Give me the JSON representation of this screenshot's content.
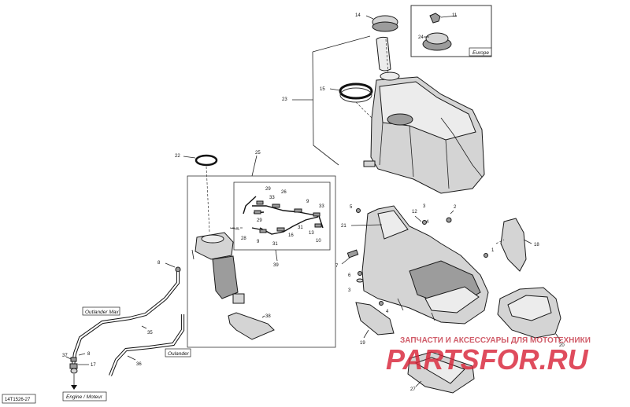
{
  "diagram": {
    "drawing_code": "14T1526-27",
    "labels": {
      "europe": "Europe",
      "outlander_max": "Outlander Max",
      "outlander": "Oulander",
      "engine": "Engine / Moteur"
    },
    "callouts": {
      "c14": "14",
      "c11": "11",
      "c24": "24",
      "c15": "15",
      "c23": "23",
      "c22": "22",
      "c25": "25",
      "c29a": "29",
      "c26": "26",
      "c33a": "33",
      "c9a": "9",
      "c33b": "33",
      "c29b": "29",
      "c31a": "31",
      "c13": "13",
      "c10": "10",
      "c28": "28",
      "c9b": "9",
      "c16": "16",
      "c31b": "31",
      "c39": "39",
      "c8a": "8",
      "c35": "35",
      "c38": "38",
      "c36": "36",
      "c37": "37",
      "c8b": "8",
      "c17": "17",
      "c21": "21",
      "c12": "12",
      "c3a": "3",
      "c4a": "4",
      "c2": "2",
      "c7": "7",
      "c6": "6",
      "c3b": "3",
      "c5": "5",
      "c4b": "4",
      "c18": "18",
      "c1": "1",
      "c20": "20",
      "c19": "19",
      "c27": "27"
    },
    "watermark": {
      "top_text": "ЗАПЧАСТИ И АКСЕССУАРЫ ДЛЯ МОТОТЕХНИКИ",
      "brand_text": "PARTSFOR.RU"
    }
  }
}
